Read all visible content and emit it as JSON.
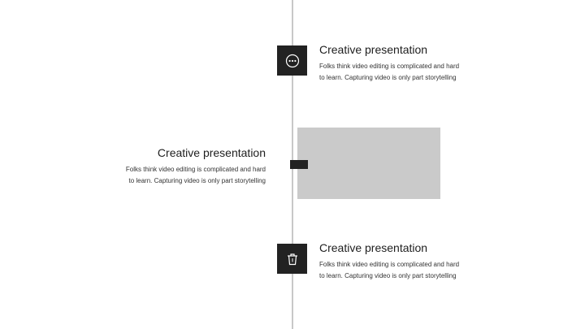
{
  "items": [
    {
      "title": "Creative presentation",
      "line1": "Folks think video editing is complicated and hard",
      "line2": "to learn. Capturing video is only part storytelling",
      "icon": "more-dots-icon"
    },
    {
      "title": "Creative presentation",
      "line1": "Folks think video editing is complicated and hard",
      "line2": "to learn. Capturing video is only part storytelling",
      "icon": "image-placeholder"
    },
    {
      "title": "Creative presentation",
      "line1": "Folks think video editing is complicated and hard",
      "line2": "to learn. Capturing video is only part storytelling",
      "icon": "trash-icon"
    }
  ],
  "colors": {
    "accent": "#222222",
    "line": "#c8c8c8",
    "placeholder": "#cacaca"
  }
}
